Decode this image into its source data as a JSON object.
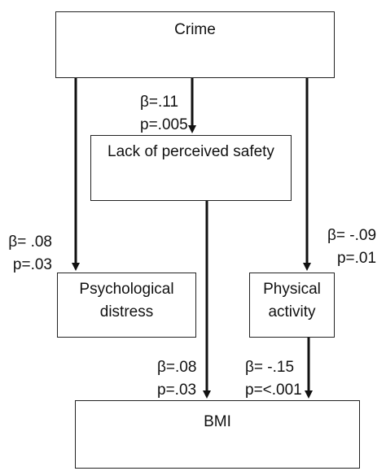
{
  "diagram": {
    "nodes": {
      "crime": {
        "label": "Crime"
      },
      "safety": {
        "label": "Lack of perceived safety"
      },
      "distress": {
        "line1": "Psychological",
        "line2": "distress"
      },
      "activity": {
        "line1": "Physical",
        "line2": "activity"
      },
      "bmi": {
        "label": "BMI"
      }
    },
    "edges": {
      "crime_to_safety": {
        "beta": "β=.11",
        "p": "p=.005"
      },
      "crime_to_distress": {
        "beta": "β= .08",
        "p": "p=.03"
      },
      "crime_to_activity": {
        "beta": "β= -.09",
        "p": "p=.01"
      },
      "safety_to_bmi": {
        "beta": "β=.08",
        "p": "p=.03"
      },
      "activity_to_bmi": {
        "beta": "β= -.15",
        "p": "p=<.001"
      }
    },
    "colors": {
      "stroke": "#111111",
      "text": "#111111",
      "background": "#ffffff"
    }
  }
}
